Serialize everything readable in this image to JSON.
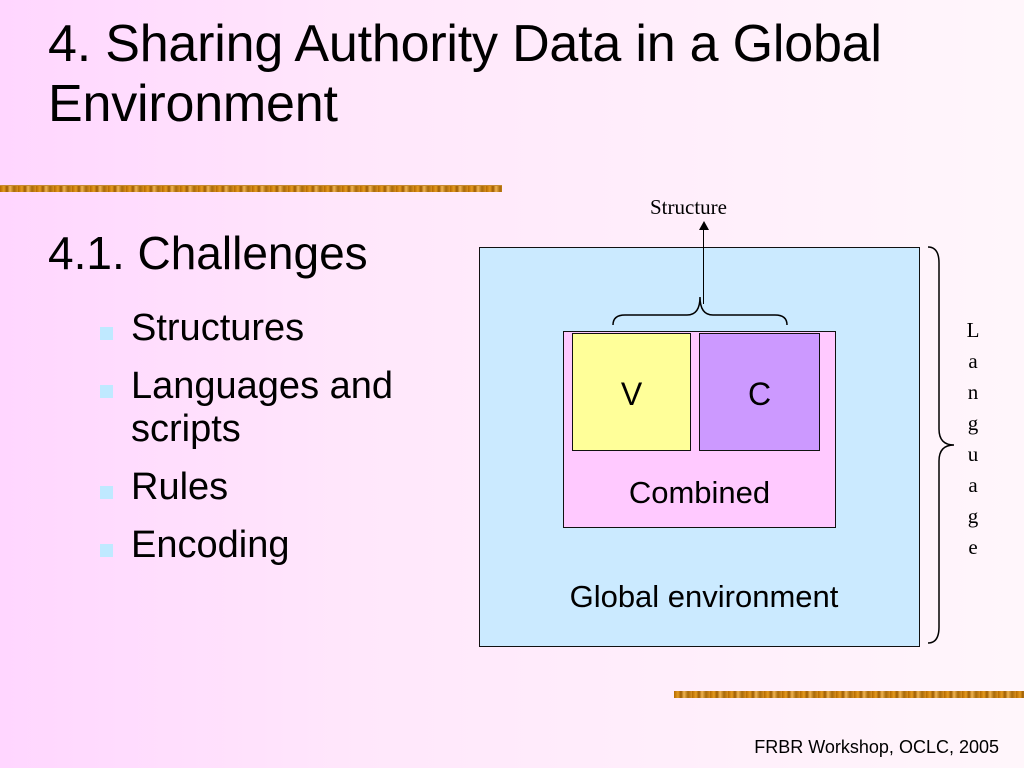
{
  "slide": {
    "title": "4. Sharing Authority Data in a Global Environment",
    "section_heading": "4.1. Challenges",
    "bullets": [
      {
        "text": "Structures",
        "marker": "square-bullet-icon"
      },
      {
        "text": "Languages and scripts",
        "marker": "square-bullet-icon"
      },
      {
        "text": "Rules",
        "marker": "square-bullet-icon"
      },
      {
        "text": "Encoding",
        "marker": "square-bullet-icon"
      }
    ],
    "footer": "FRBR Workshop, OCLC, 2005"
  },
  "diagram": {
    "structure_label": "Structure",
    "language_label": "L\na\nn\ng\nu\na\ng\ne",
    "global_label": "Global environment",
    "combined_label": "Combined",
    "v_label": "V",
    "c_label": "C"
  },
  "colors": {
    "background_left": "#ffd6ff",
    "background_right": "#fff6fb",
    "global_box": "#cbeaff",
    "combined_box": "#ffc9ff",
    "v_box": "#ffff99",
    "c_box": "#cc99ff",
    "bullet": "#bfe9ff",
    "rule": "#d78f1f"
  }
}
